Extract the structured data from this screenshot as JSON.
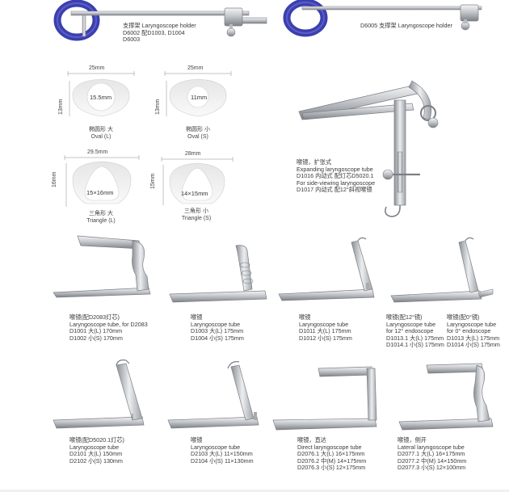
{
  "holders": [
    {
      "lines": [
        "支撑架 Laryngoscope holder",
        "D6002 配D1003, D1004",
        "D6003"
      ]
    },
    {
      "lines": [
        "D6005 支撑架 Laryngoscope holder"
      ]
    }
  ],
  "shapes": [
    {
      "width_label": "25mm",
      "height_label": "13mm",
      "inner": "15.5mm",
      "cn": "椭圆形 大",
      "en": "Oval (L)"
    },
    {
      "width_label": "25mm",
      "height_label": "13mm",
      "inner": "11mm",
      "cn": "椭圆形 小",
      "en": "Oval (S)"
    },
    {
      "width_label": "29.5mm",
      "height_label": "16mm",
      "inner": "15×16mm",
      "cn": "三角形 大",
      "en": "Triangle (L)"
    },
    {
      "width_label": "28mm",
      "height_label": "15mm",
      "inner": "14×15mm",
      "cn": "三角形 小",
      "en": "Triangle (S)"
    }
  ],
  "expanding": {
    "lines": [
      "喉镜，扩张式",
      "Expanding laryngoscope tube",
      "D1016 内动式 配灯芯D5020.1",
      "For side-viewing laryngoscope",
      "D1017 内动式 配12°斜视喉镜"
    ]
  },
  "row1": [
    {
      "lines": [
        "喉镜(配D2083灯芯)",
        "Laryngoscope tube, for D2083",
        "D1001 大(L) 170mm",
        "D1002 小(S) 170mm"
      ]
    },
    {
      "lines": [
        "喉镜",
        "Laryngoscope tube",
        "D1003 大(L) 175mm",
        "D1004 小(S) 175mm"
      ]
    },
    {
      "lines": [
        "喉镜",
        "Laryngoscope tube",
        "D1011 大(L) 175mm",
        "D1012 小(S) 175mm"
      ]
    },
    {
      "lines": [
        "喉镜(配12°镜)",
        "Laryngoscope tube",
        "for 12° endoscope",
        "D1013.1 大(L) 175mm",
        "D1014.1 小(S) 175mm"
      ]
    },
    {
      "lines": [
        "喉镜(配0°镜)",
        "Laryngoscope tube",
        "for 0° endoscope",
        "D1013 大(L) 175mm",
        "D1014 小(S) 175mm"
      ]
    }
  ],
  "row2": [
    {
      "lines": [
        "喉镜(配D5020.1灯芯)",
        "Laryngoscope tube",
        "D2101 大(L) 150mm",
        "D2102 小(S) 130mm"
      ]
    },
    {
      "lines": [
        "喉镜",
        "Laryngoscope tube",
        "D2103 大(L) 11×150mm",
        "D2104 小(S) 11×130mm"
      ]
    },
    {
      "lines": [
        "喉镜，直达",
        "Direct laryngoscope tube",
        "D2076.1 大(L) 16×175mm",
        "D2076.2 中(M) 14×175mm",
        "D2076.3 小(S) 12×175mm"
      ]
    },
    {
      "lines": [
        "喉镜，侧开",
        "Lateral laryngoscope tube",
        "D2077.1 大(L) 16×175mm",
        "D2077.2 中(M) 14×150mm",
        "D2077.3 小(S) 12×100mm"
      ]
    }
  ],
  "colors": {
    "ring": "#3b3fae",
    "steel": "#c9ccd0",
    "steel_dark": "#7c8085",
    "outline": "#8a8d92"
  }
}
